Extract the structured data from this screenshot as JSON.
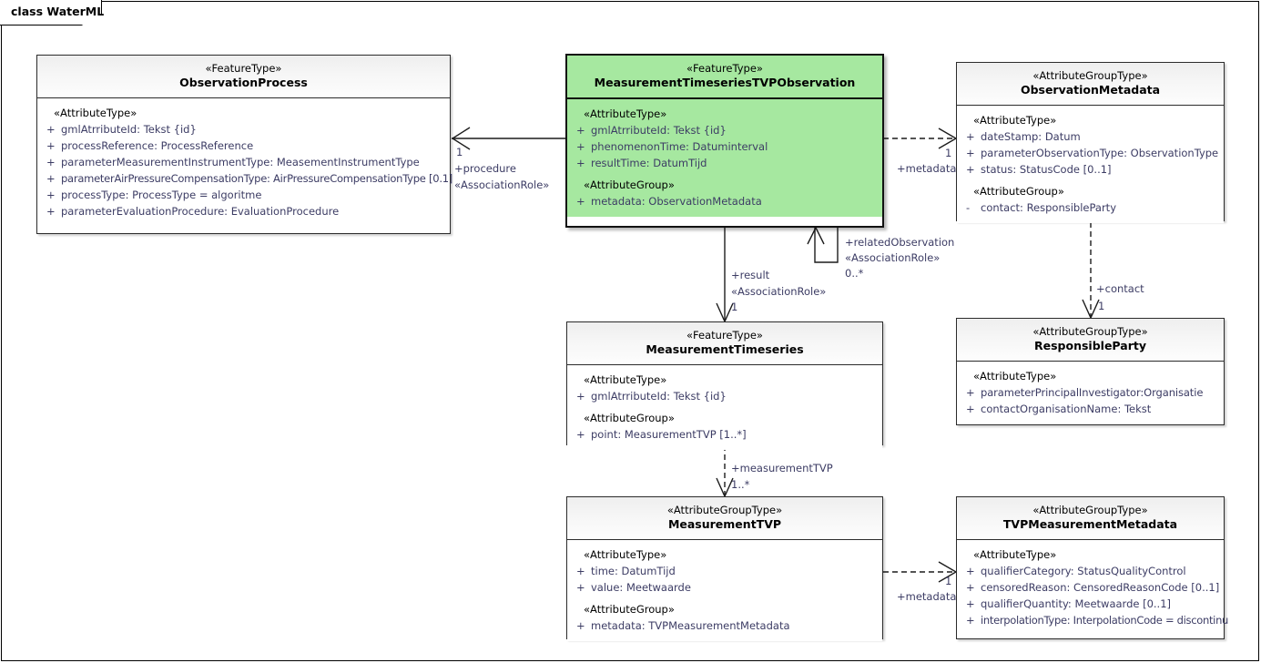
{
  "diagram": {
    "frame_label": "class WaterML",
    "accent_green": "#a6e8a0",
    "line_color": "#1c1c1c",
    "attr_text_color": "#3c3c64"
  },
  "classes": {
    "observation_process": {
      "stereotype": "«FeatureType»",
      "name": "ObservationProcess",
      "sections": [
        {
          "group": "«AttributeType»",
          "attributes": [
            {
              "vis": "+",
              "text": "gmlAtrributeId: Tekst {id}"
            },
            {
              "vis": "+",
              "text": "processReference: ProcessReference"
            },
            {
              "vis": "+",
              "text": "parameterMeasurementInstrumentType: MeasementInstrumentType"
            },
            {
              "vis": "+",
              "text": "parameterAirPressureCompensationType: AirPressureCompensationType [0.1]"
            },
            {
              "vis": "+",
              "text": "processType: ProcessType = algoritme"
            },
            {
              "vis": "+",
              "text": "parameterEvaluationProcedure: EvaluationProcedure"
            }
          ]
        }
      ]
    },
    "mts_tvp_observation": {
      "stereotype": "«FeatureType»",
      "name": "MeasurementTimeseriesTVPObservation",
      "sections": [
        {
          "group": "«AttributeType»",
          "attributes": [
            {
              "vis": "+",
              "text": "gmlAtrributeId: Tekst {id}"
            },
            {
              "vis": "+",
              "text": "phenomenonTime: Datuminterval"
            },
            {
              "vis": "+",
              "text": "resultTime: DatumTijd"
            }
          ]
        },
        {
          "group": "«AttributeGroup»",
          "attributes": [
            {
              "vis": "+",
              "text": "metadata: ObservationMetadata"
            }
          ]
        }
      ]
    },
    "observation_metadata": {
      "stereotype": "«AttributeGroupType»",
      "name": "ObservationMetadata",
      "sections": [
        {
          "group": "«AttributeType»",
          "attributes": [
            {
              "vis": "+",
              "text": "dateStamp: Datum"
            },
            {
              "vis": "+",
              "text": "parameterObservationType: ObservationType"
            },
            {
              "vis": "+",
              "text": "status: StatusCode [0..1]"
            }
          ]
        },
        {
          "group": "«AttributeGroup»",
          "attributes": [
            {
              "vis": "-",
              "text": "contact: ResponsibleParty"
            }
          ]
        }
      ]
    },
    "measurement_timeseries": {
      "stereotype": "«FeatureType»",
      "name": "MeasurementTimeseries",
      "sections": [
        {
          "group": "«AttributeType»",
          "attributes": [
            {
              "vis": "+",
              "text": "gmlAtrributeId: Tekst {id}"
            }
          ]
        },
        {
          "group": "«AttributeGroup»",
          "attributes": [
            {
              "vis": "+",
              "text": "point: MeasurementTVP [1..*]"
            }
          ]
        }
      ]
    },
    "responsible_party": {
      "stereotype": "«AttributeGroupType»",
      "name": "ResponsibleParty",
      "sections": [
        {
          "group": "«AttributeType»",
          "attributes": [
            {
              "vis": "+",
              "text": "parameterPrincipalInvestigator:Organisatie"
            },
            {
              "vis": "+",
              "text": "contactOrganisationName: Tekst"
            }
          ]
        }
      ]
    },
    "measurement_tvp": {
      "stereotype": "«AttributeGroupType»",
      "name": "MeasurementTVP",
      "sections": [
        {
          "group": "«AttributeType»",
          "attributes": [
            {
              "vis": "+",
              "text": "time: DatumTijd"
            },
            {
              "vis": "+",
              "text": "value: Meetwaarde"
            }
          ]
        },
        {
          "group": "«AttributeGroup»",
          "attributes": [
            {
              "vis": "+",
              "text": "metadata: TVPMeasurementMetadata"
            }
          ]
        }
      ]
    },
    "tvp_measurement_metadata": {
      "stereotype": "«AttributeGroupType»",
      "name": "TVPMeasurementMetadata",
      "sections": [
        {
          "group": "«AttributeType»",
          "attributes": [
            {
              "vis": "+",
              "text": "qualifierCategory: StatusQualityControl"
            },
            {
              "vis": "+",
              "text": "censoredReason: CensoredReasonCode [0..1]"
            },
            {
              "vis": "+",
              "text": "qualifierQuantity: Meetwaarde [0..1]"
            },
            {
              "vis": "+",
              "text": "interpolationType: InterpolationCode = discontinu"
            }
          ]
        }
      ]
    }
  },
  "connectors": {
    "procedure": {
      "role": "+procedure",
      "stereotype": "«AssociationRole»",
      "multiplicity": "1"
    },
    "metadata_observation": {
      "role": "+metadata",
      "multiplicity": "1"
    },
    "related_observation": {
      "role": "+relatedObservation",
      "stereotype": "«AssociationRole»",
      "multiplicity": "0..*"
    },
    "result": {
      "role": "+result",
      "stereotype": "«AssociationRole»",
      "multiplicity": "1"
    },
    "contact": {
      "role": "+contact",
      "multiplicity": "1"
    },
    "measurement_tvp": {
      "role": "+measurementTVP",
      "multiplicity": "1..*"
    },
    "metadata_tvp": {
      "role": "+metadata",
      "multiplicity": "1"
    }
  }
}
